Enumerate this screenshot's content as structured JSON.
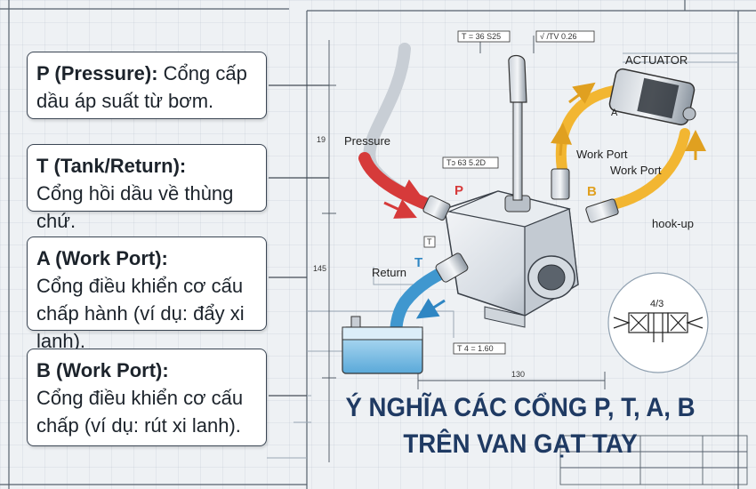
{
  "callouts": [
    {
      "title": "P (Pressure):",
      "text": "Cổng cấp dầu áp suất từ bơm."
    },
    {
      "title": "T (Tank/Return):",
      "text": "Cổng hồi dầu về thùng chứ."
    },
    {
      "title": "A (Work Port):",
      "text": "Cổng điều khiển cơ cấu chấp hành (ví dụ: đẩy xi lanh)."
    },
    {
      "title": "B (Work Port):",
      "text": "Cổng điều khiển cơ cấu chấp (ví dụ: rút xi lanh)."
    }
  ],
  "title": {
    "line1": "Ý NGHĨA CÁC CỔNG P, T, A, B",
    "line2": "TRÊN VAN GẠT TAY"
  },
  "labels": {
    "actuator": "ACTUATOR",
    "pressure": "Pressure",
    "return": "Return",
    "work_port_a": "Work Port",
    "work_port_b": "Work Port",
    "hookup": "hook-up",
    "port_p": "P",
    "port_b": "B",
    "port_t": "T",
    "port_a": "A",
    "symbol": "4/3"
  },
  "dimensions": {
    "top_tol_1": "T = 36  S25",
    "top_tol_2": "√ /TV  0.26",
    "mid_tol": "Tɔ 63  5.2D",
    "bottom_tol": "T 4 = 1.60",
    "vert_1": "19",
    "vert_2": "145",
    "horiz": "130",
    "t_box": "T"
  },
  "colors": {
    "pressure_line": "#d63a3a",
    "work_line": "#f2b632",
    "return_line": "#3f97cf",
    "title": "#1f3a63"
  }
}
